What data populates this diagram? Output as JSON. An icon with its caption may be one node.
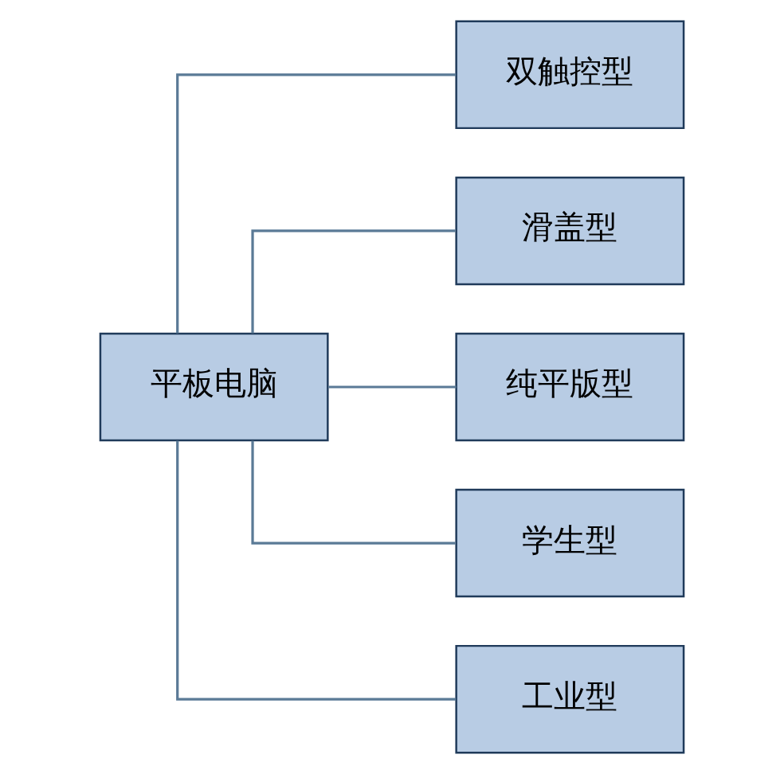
{
  "diagram": {
    "nodes": [
      {
        "text": [
          "平板电脑"
        ]
      },
      {
        "text": [
          "双触控型"
        ]
      },
      {
        "text": [
          "滑盖型"
        ]
      },
      {
        "text": [
          "纯平版型"
        ]
      },
      {
        "text": [
          "学生型"
        ]
      },
      {
        "text": [
          "工业型"
        ]
      }
    ],
    "edges": [
      {
        "from": 0,
        "to": 1,
        "arrow": "none"
      },
      {
        "from": 0,
        "to": 2,
        "arrow": "none"
      },
      {
        "from": 0,
        "to": 3,
        "arrow": "none"
      },
      {
        "from": 0,
        "to": 4,
        "arrow": "none"
      },
      {
        "from": 0,
        "to": 5,
        "arrow": "none"
      }
    ]
  }
}
